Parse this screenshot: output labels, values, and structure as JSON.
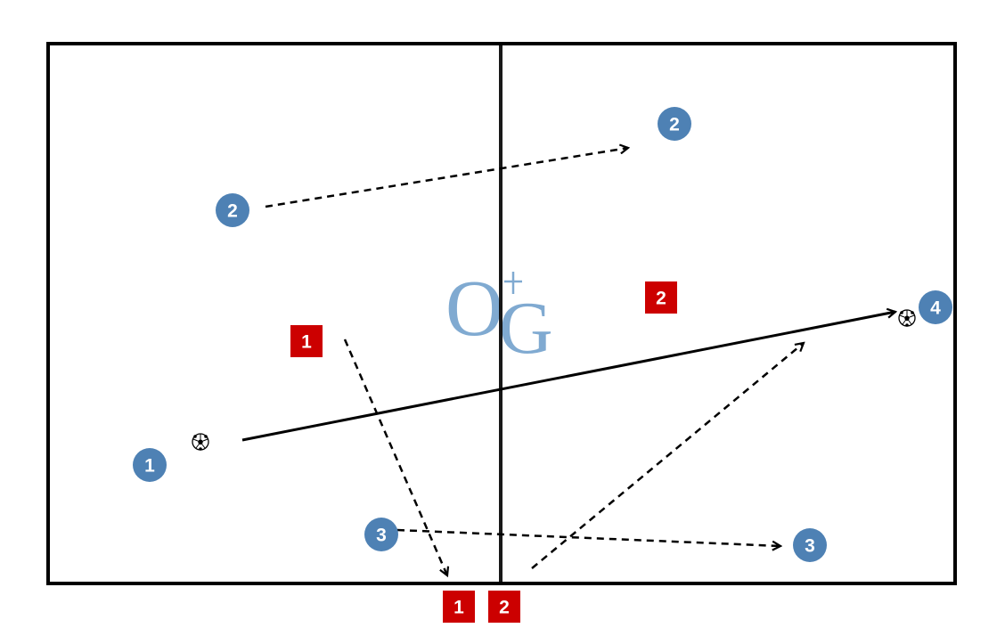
{
  "logo": {
    "text": "OG"
  },
  "colors": {
    "attacker": "#4e81b4",
    "defender": "#cc0000",
    "line": "#000000",
    "logo": "#7aa6cf"
  },
  "attackers": [
    {
      "label": "1"
    },
    {
      "label": "2"
    },
    {
      "label": "2"
    },
    {
      "label": "3"
    },
    {
      "label": "3"
    },
    {
      "label": "4"
    }
  ],
  "defenders": [
    {
      "label": "1"
    },
    {
      "label": "2"
    },
    {
      "label": "1"
    },
    {
      "label": "2"
    }
  ],
  "icons": {
    "ball": "soccer-ball-icon"
  }
}
